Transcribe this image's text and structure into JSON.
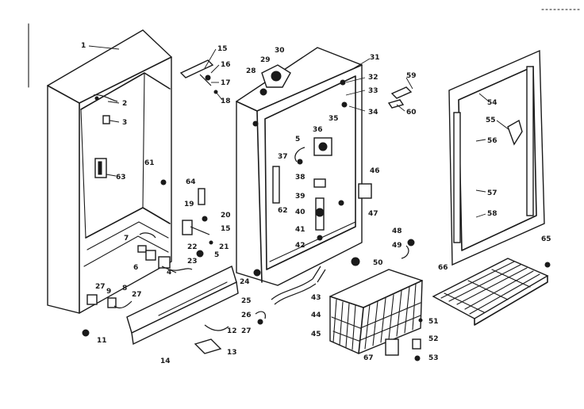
{
  "callouts": {
    "c1": "1",
    "c2": "2",
    "c3": "3",
    "c4": "4",
    "c5": "5",
    "c6": "6",
    "c7": "7",
    "c8": "8",
    "c9": "9",
    "c11": "11",
    "c12": "12",
    "c13": "13",
    "c14": "14",
    "c15": "15",
    "c16": "16",
    "c17": "17",
    "c18": "18",
    "c19": "19",
    "c20": "20",
    "c21": "21",
    "c22": "22",
    "c23": "23",
    "c24": "24",
    "c25": "25",
    "c26": "26",
    "c27a": "27",
    "c27b": "27",
    "c27c": "27",
    "c28": "28",
    "c29": "29",
    "c30": "30",
    "c31": "31",
    "c32": "32",
    "c33": "33",
    "c34": "34",
    "c35": "35",
    "c36": "36",
    "c37": "37",
    "c38": "38",
    "c39": "39",
    "c40": "40",
    "c41": "41",
    "c42": "42",
    "c43": "43",
    "c44": "44",
    "c45": "45",
    "c46": "46",
    "c47": "47",
    "c48": "48",
    "c49": "49",
    "c50": "50",
    "c51": "51",
    "c52": "52",
    "c53": "53",
    "c54": "54",
    "c55": "55",
    "c56": "56",
    "c57": "57",
    "c58": "58",
    "c59": "59",
    "c60": "60",
    "c61": "61",
    "c62": "62",
    "c63": "63",
    "c64": "64",
    "c65": "65",
    "c66": "66",
    "c67": "67"
  }
}
